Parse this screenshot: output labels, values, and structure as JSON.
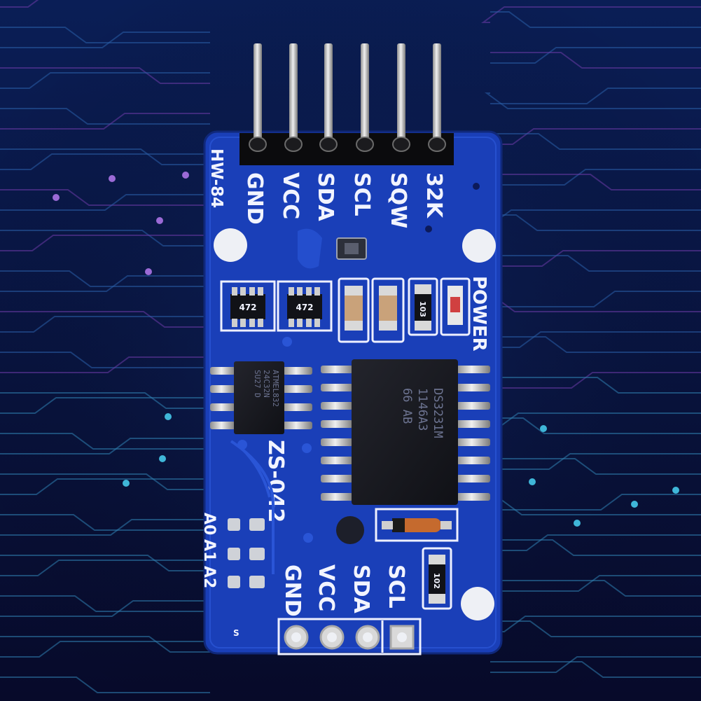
{
  "colors": {
    "background_top": "#0a1e56",
    "background_bottom": "#070a2a",
    "circuit_line_cyan": "#2f7fb0",
    "circuit_line_purple": "#6a3aa6",
    "pcb_blue": "#1a3fb8",
    "silkscreen": "#f2f4ff",
    "chip_black": "#15161c",
    "pin_metal": "#c9c9c9"
  },
  "board": {
    "model_label": "HW-84",
    "module_label": "ZS-042",
    "power_label": "POWER",
    "top_header_pins": [
      "GND",
      "VCC",
      "SDA",
      "SCL",
      "SQW",
      "32K"
    ],
    "bottom_header_pins": [
      "GND",
      "VCC",
      "SDA",
      "SCL"
    ],
    "address_labels": [
      "A0",
      "A1",
      "A2"
    ],
    "small_mark": "S"
  },
  "components": {
    "resistor_network_1": "472",
    "resistor_network_2": "472",
    "resistor_top": "103",
    "resistor_bottom": "102",
    "eeprom_lines": [
      "ATMEL832",
      "24C32N",
      "SU27 D"
    ],
    "rtc_lines": [
      "DS3231M",
      "1146A3",
      "66 AB"
    ]
  }
}
